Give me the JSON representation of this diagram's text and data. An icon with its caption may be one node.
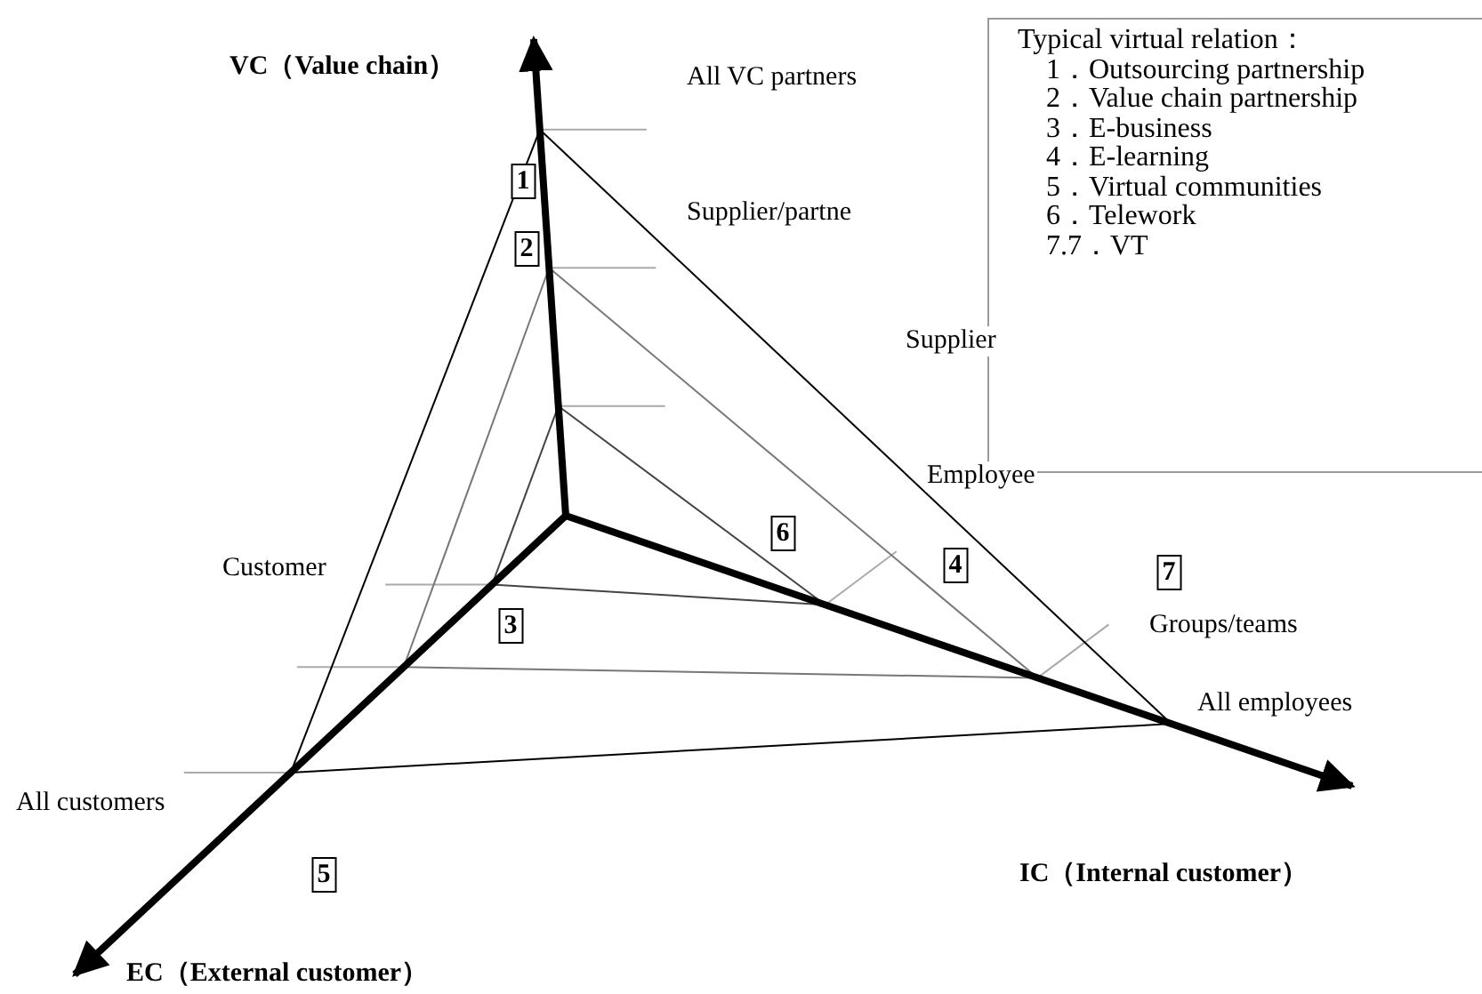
{
  "diagram": {
    "nodes": [
      {
        "text": [
          "Typical virtual relation：",
          "1．Outsourcing partnership",
          "2．Value chain partnership",
          "3．E-business",
          "4．E-learning",
          "5．Virtual communities",
          "6．Telework",
          "7.7．VT"
        ]
      },
      {
        "text": [
          "1"
        ]
      },
      {
        "text": [
          "2"
        ]
      },
      {
        "text": [
          "3"
        ]
      },
      {
        "text": [
          "4"
        ]
      },
      {
        "text": [
          "5"
        ]
      },
      {
        "text": [
          "6"
        ]
      },
      {
        "text": [
          "7"
        ]
      }
    ],
    "labels": [
      "VC（Value chain）",
      "All VC partners",
      "Supplier/partne",
      "Supplier",
      "Employee",
      "Customer",
      "Groups/teams",
      "All employees",
      "All customers",
      "IC（Internal customer）",
      "EC（External customer）"
    ]
  }
}
